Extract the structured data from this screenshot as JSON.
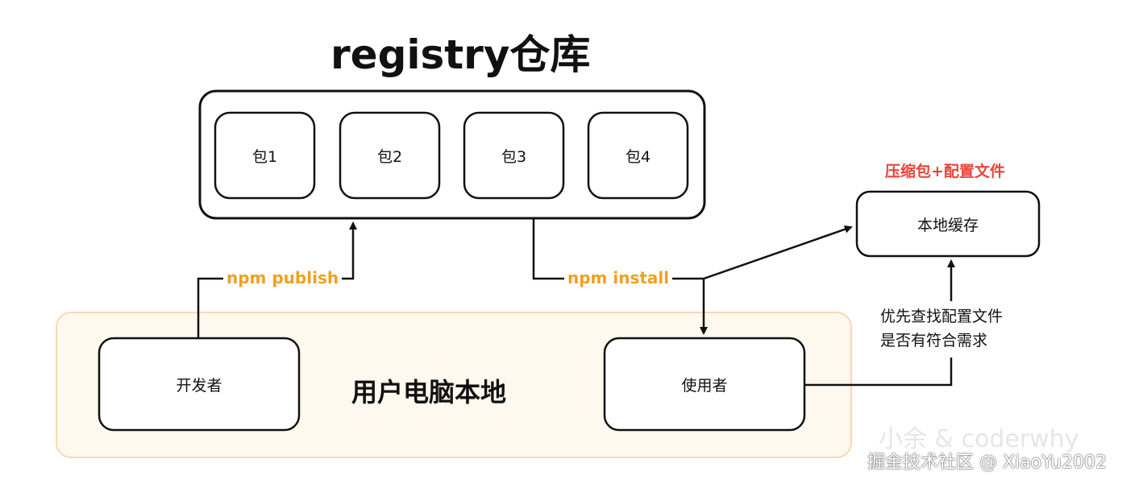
{
  "title": "registry仓库",
  "packages": [
    "包1",
    "包2",
    "包3",
    "包4"
  ],
  "edges": {
    "publish": "npm publish",
    "install": "npm install"
  },
  "cache": {
    "label": "本地缓存",
    "annotation": "压缩包+配置文件"
  },
  "note": {
    "line1": "优先查找配置文件",
    "line2": "是否有符合需求"
  },
  "local_region": {
    "label": "用户电脑本地",
    "developer": "开发者",
    "user": "使用者"
  },
  "watermark": {
    "line1": "小余 & coderwhy",
    "line2": "掘金技术社区 @ XiaoYu2002"
  },
  "colors": {
    "stroke": "#111111",
    "edge_label": "#f0a020",
    "annotation": "#e8453c",
    "region_fill": "#fff8ee",
    "region_border": "#f9d9b0"
  }
}
